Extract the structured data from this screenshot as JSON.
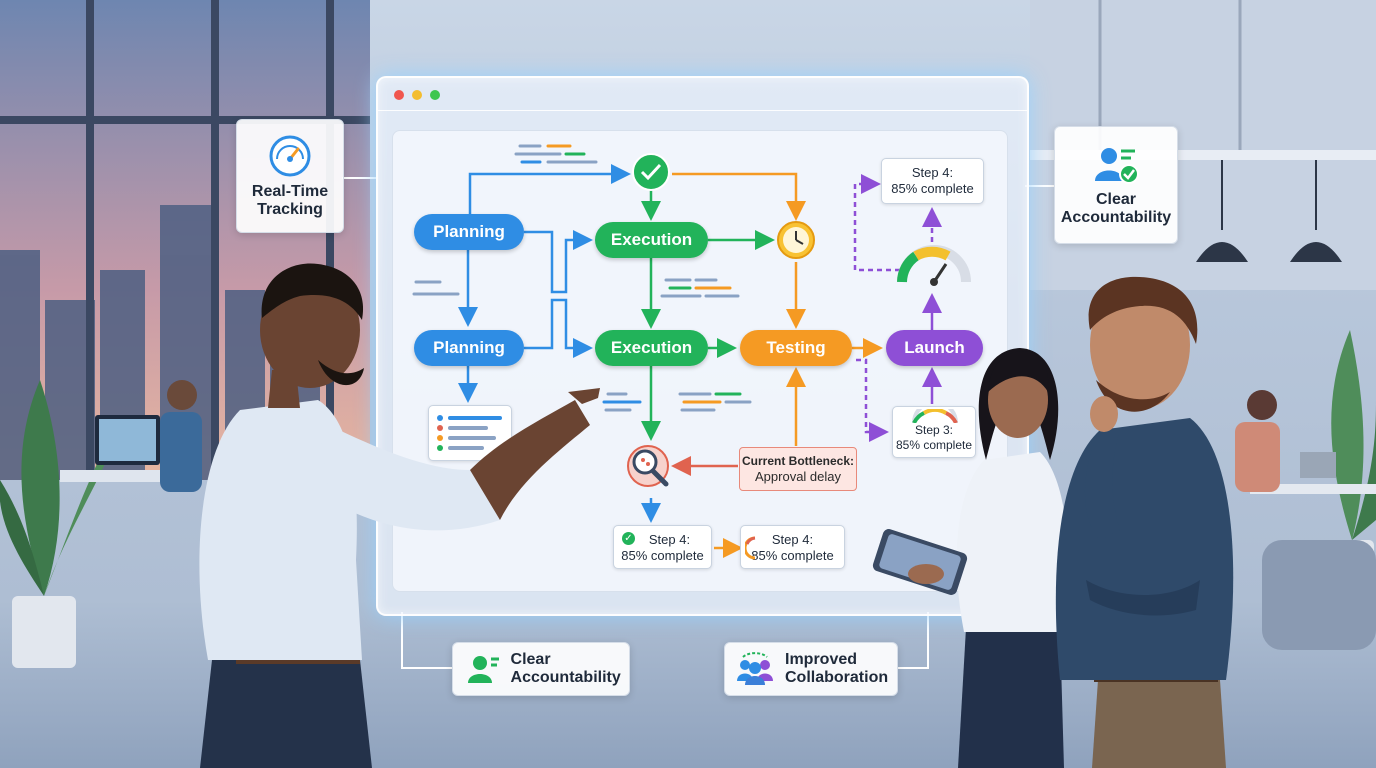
{
  "labels": {
    "realtime": "Real-Time Tracking",
    "accountability_top": "Clear Accountability",
    "accountability_bottom": "Clear Accountability",
    "collaboration": "Improved Collaboration"
  },
  "flow": {
    "planning_1": "Planning",
    "planning_2": "Planning",
    "execution_1": "Execution",
    "execution_2": "Execution",
    "testing": "Testing",
    "launch": "Launch"
  },
  "status": {
    "top_right_line1": "Step 4:",
    "top_right_line2": "85% complete",
    "step3_line1": "Step 3:",
    "step3_line2": "85% complete",
    "bottom_left_line1": "Step 4:",
    "bottom_left_line2": "85% complete",
    "bottom_right_line1": "Step 4:",
    "bottom_right_line2": "85% complete"
  },
  "bottleneck": {
    "line1": "Current Bottleneck:",
    "line2": "Approval delay"
  },
  "icons": [
    "speedometer-icon",
    "user-check-icon",
    "users-icon",
    "checkmark-icon",
    "clock-icon",
    "gauge-icon",
    "magnifier-icon",
    "checklist-icon"
  ],
  "colors": {
    "blue": "#2f8de4",
    "green": "#22b35a",
    "orange": "#f59a23",
    "purple": "#8e4fd6",
    "red": "#e0634f"
  }
}
